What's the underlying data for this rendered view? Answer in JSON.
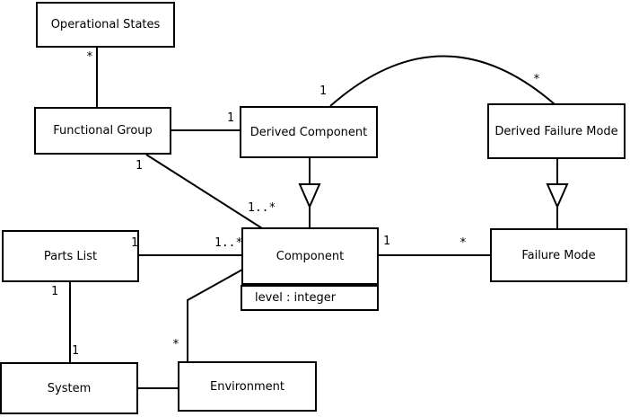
{
  "diagram": {
    "type": "uml-class-diagram",
    "colors": {
      "line": "#000000",
      "background": "#ffffff",
      "text": "#000000"
    },
    "classes": {
      "operational_states": "Operational States",
      "functional_group": "Functional Group",
      "derived_component": "Derived Component",
      "derived_failure_mode": "Derived Failure Mode",
      "parts_list": "Parts List",
      "component": "Component",
      "failure_mode": "Failure Mode",
      "system": "System",
      "environment": "Environment"
    },
    "attributes": {
      "component_level": "level : integer"
    },
    "multiplicities": {
      "operational_states_end": "*",
      "derived_component_end": "1",
      "functional_group_end": "1",
      "component_from_functional_group_end": "1..*",
      "arc_derived_component_end": "1",
      "arc_derived_failure_mode_end": "*",
      "parts_list_end": "1",
      "component_from_parts_list_end": "1..*",
      "component_to_failure_mode_end": "1",
      "failure_mode_end": "*",
      "parts_list_system_top": "1",
      "parts_list_system_bottom": "1",
      "environment_end": "*"
    },
    "associations": [
      {
        "from": "Operational States",
        "to": "Functional Group",
        "type": "association",
        "from_multiplicity": "*"
      },
      {
        "from": "Functional Group",
        "to": "Derived Component",
        "type": "association",
        "to_multiplicity": "1"
      },
      {
        "from": "Functional Group",
        "to": "Component",
        "type": "association",
        "from_multiplicity": "1",
        "to_multiplicity": "1..*"
      },
      {
        "from": "Derived Component",
        "to": "Component",
        "type": "generalization"
      },
      {
        "from": "Derived Component",
        "to": "Derived Failure Mode",
        "type": "association",
        "from_multiplicity": "1",
        "to_multiplicity": "*"
      },
      {
        "from": "Derived Failure Mode",
        "to": "Failure Mode",
        "type": "generalization"
      },
      {
        "from": "Parts List",
        "to": "Component",
        "type": "association",
        "from_multiplicity": "1",
        "to_multiplicity": "1..*"
      },
      {
        "from": "Component",
        "to": "Failure Mode",
        "type": "association",
        "from_multiplicity": "1",
        "to_multiplicity": "*"
      },
      {
        "from": "Parts List",
        "to": "System",
        "type": "association",
        "from_multiplicity": "1",
        "to_multiplicity": "1"
      },
      {
        "from": "Environment",
        "to": "Component",
        "type": "association",
        "from_multiplicity": "*"
      },
      {
        "from": "System",
        "to": "Environment",
        "type": "association"
      }
    ]
  }
}
